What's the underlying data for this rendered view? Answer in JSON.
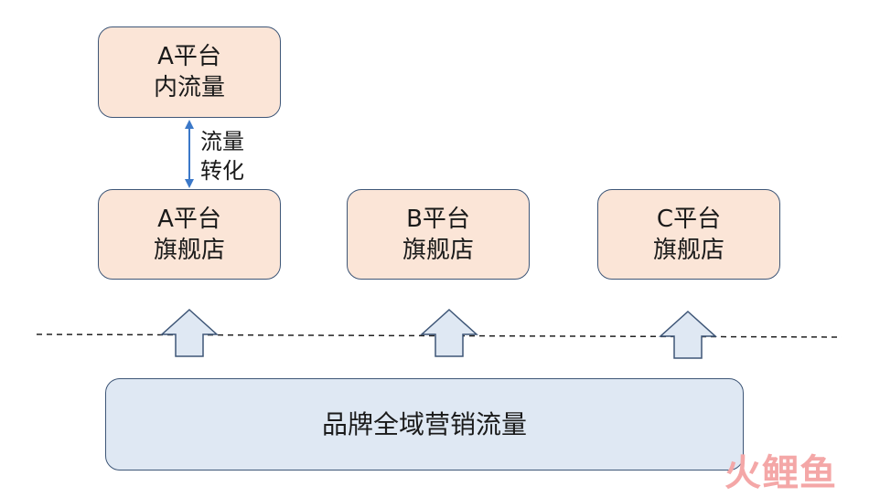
{
  "boxes": {
    "a_traffic": [
      "A平台",
      "内流量"
    ],
    "a_store": [
      "A平台",
      "旗舰店"
    ],
    "b_store": [
      "B平台",
      "旗舰店"
    ],
    "c_store": [
      "C平台",
      "旗舰店"
    ],
    "brand": "品牌全域营销流量"
  },
  "connector_label": [
    "流量",
    "转化"
  ],
  "watermark": [
    "火",
    "鲤鱼"
  ],
  "colors": {
    "store_fill": "#fbe5d7",
    "brand_fill": "#dfe8f3",
    "border": "#3e5677",
    "connector": "#3b78c8",
    "arrow_fill": "#dfe8f3",
    "watermark": "#f4a7a7"
  }
}
